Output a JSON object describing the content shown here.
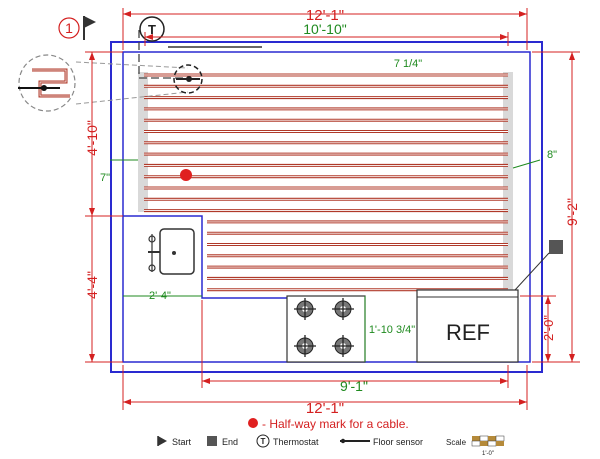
{
  "dimensions": {
    "overall_width_top": "12'-1\"",
    "overall_width_bottom": "12'-1\"",
    "heated_width": "10'-10\"",
    "left_upper_height": "4'-10\"",
    "left_lower_height": "4'-4\"",
    "right_total_height": "9'-2\"",
    "right_lower_height": "2'-0\"",
    "bottom_inner_width": "9'-1\"",
    "counter_width": "2'-4\"",
    "stove_gap": "1'-10 3/4\"",
    "cable_spacing": "7 1/4\"",
    "left_margin": "7\"",
    "right_margin": "8\""
  },
  "labels": {
    "refrigerator": "REF",
    "callout_number": "1",
    "thermostat_letter": "T"
  },
  "legend": {
    "halfway_note": "- Half-way mark for a cable.",
    "start": "Start",
    "end": "End",
    "thermostat": "Thermostat",
    "floor_sensor": "Floor sensor",
    "scale": "Scale",
    "scale_value": "1'-0\""
  },
  "colors": {
    "wall": "#2a2ad0",
    "cable": "#b03a2a",
    "dimension": "#d42020",
    "inner_dimension": "#1f8a1f",
    "halfway_mark": "#e02020",
    "end_marker": "#555555"
  },
  "icons": [
    "start-triangle-icon",
    "end-square-icon",
    "thermostat-icon",
    "floor-sensor-icon",
    "sink-icon",
    "burner-icon"
  ]
}
